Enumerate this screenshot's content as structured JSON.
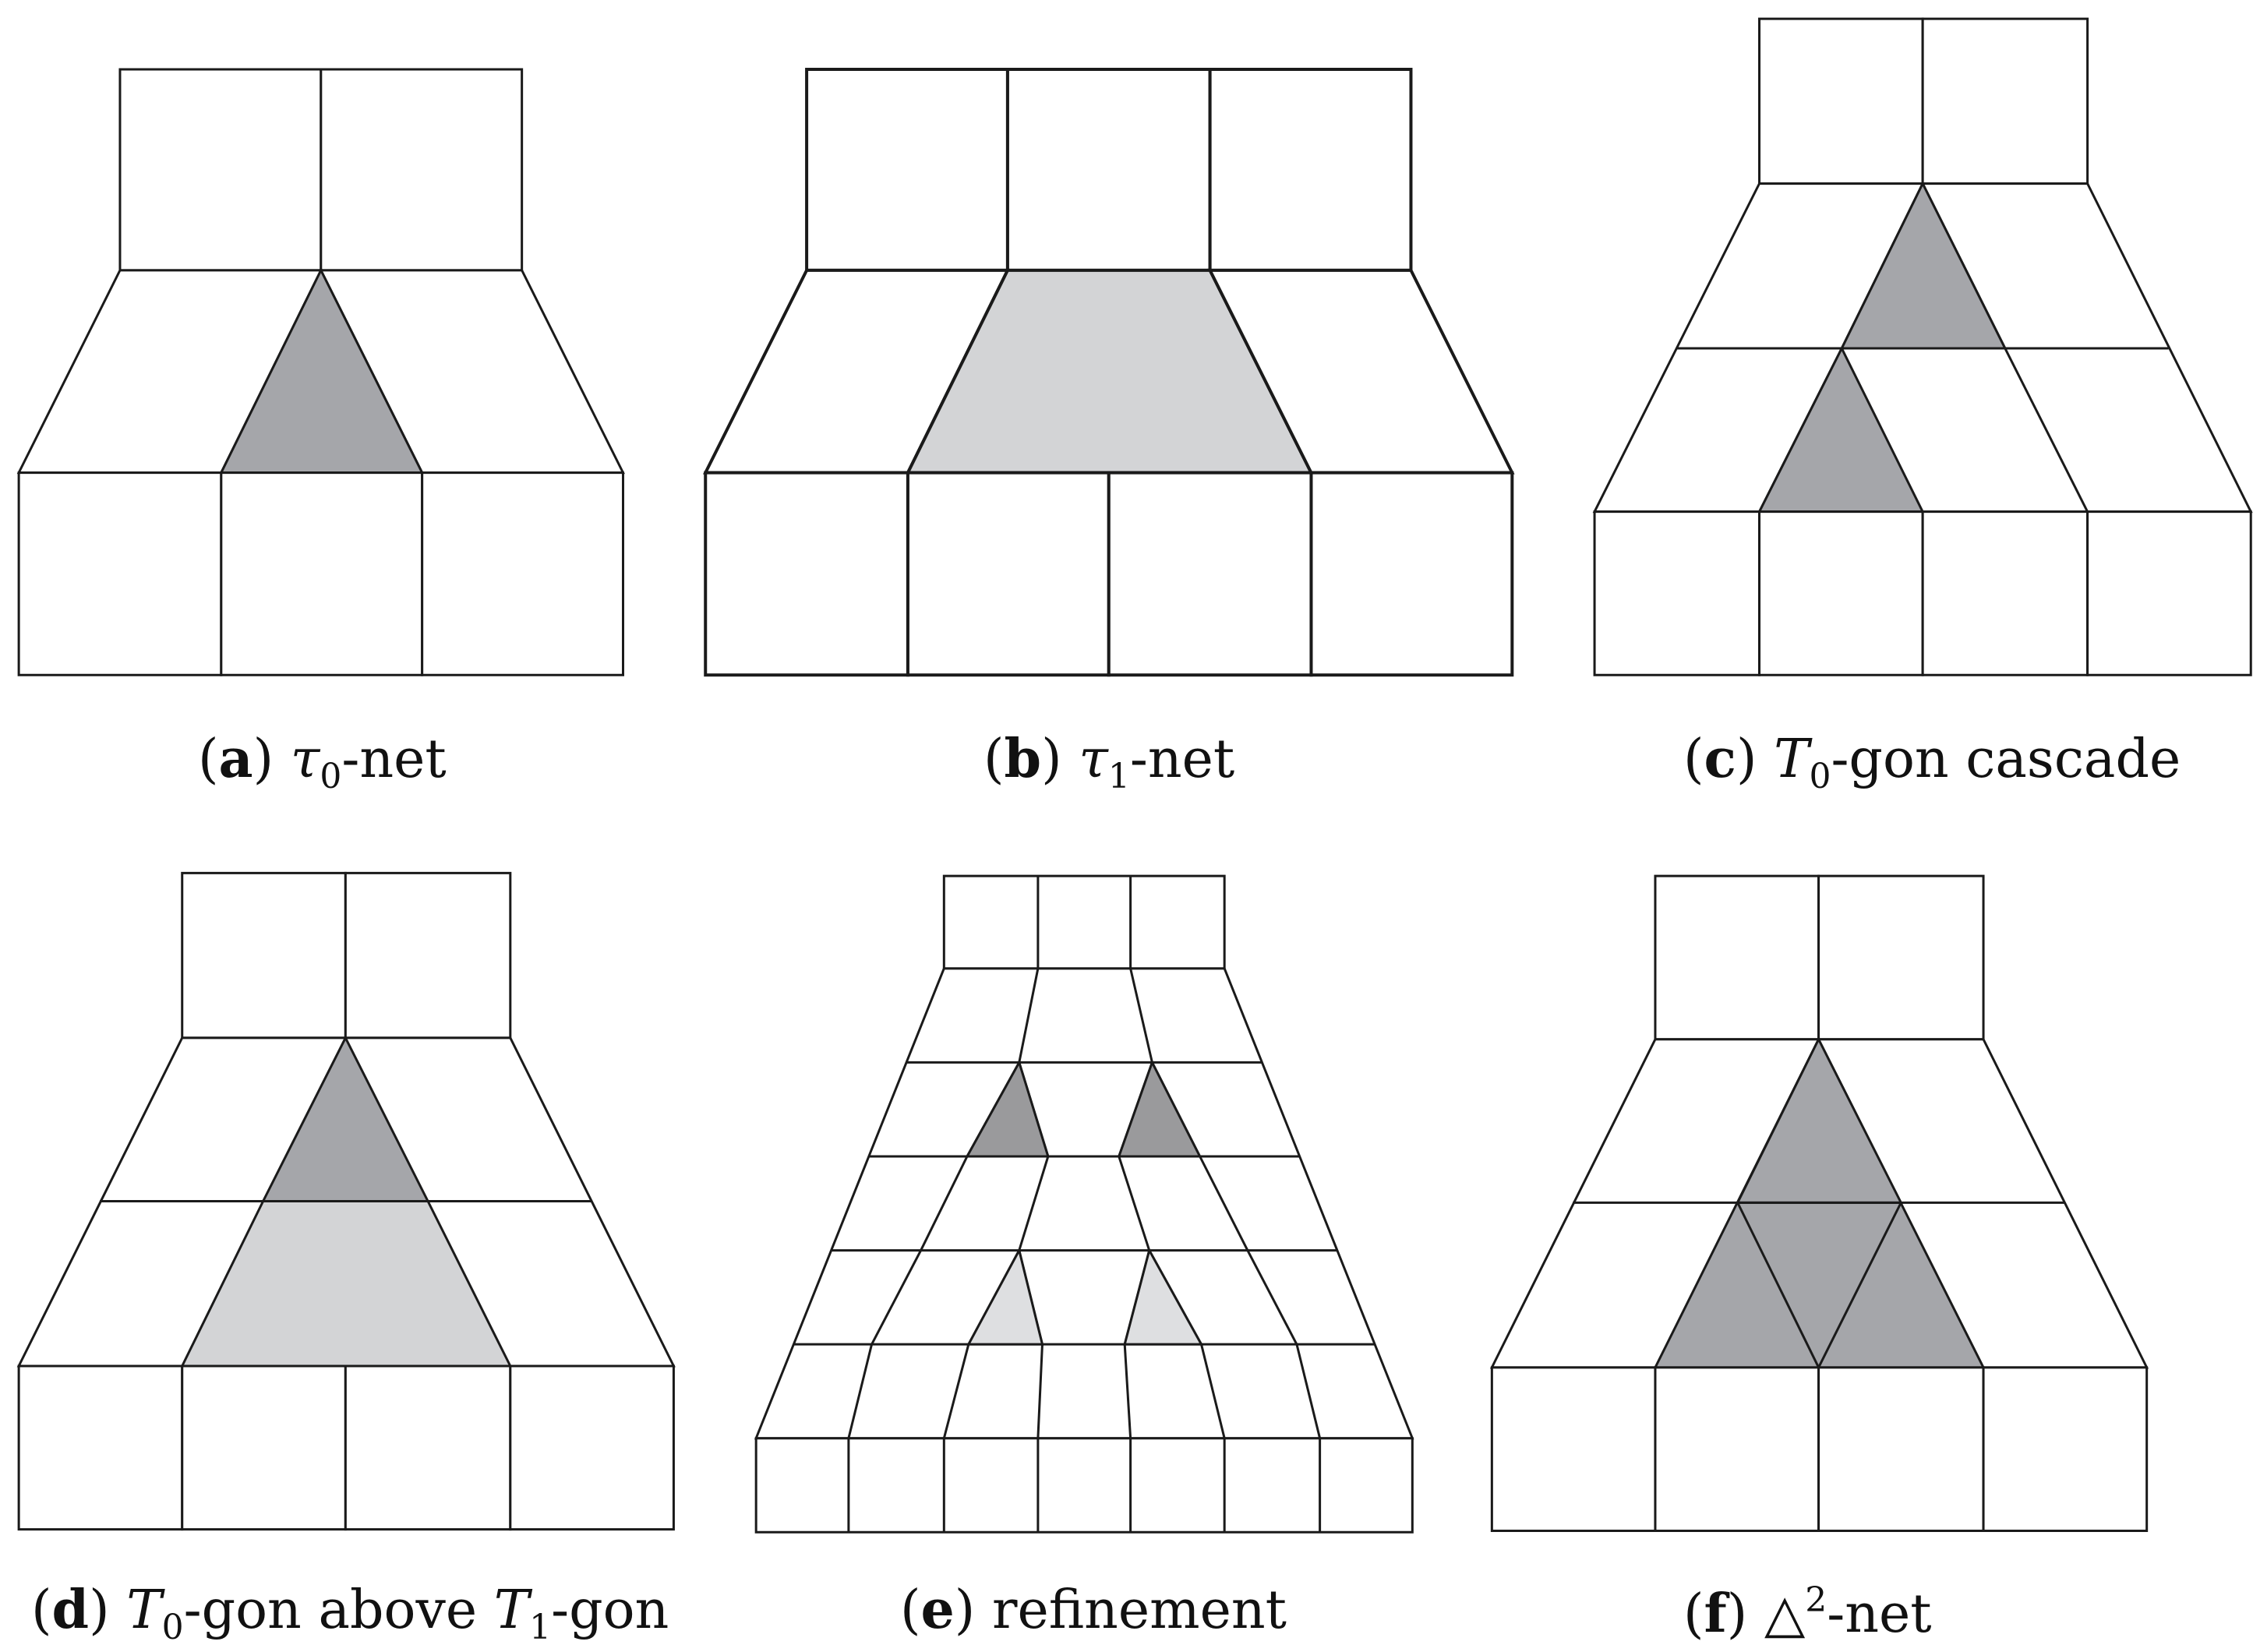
{
  "colors": {
    "stroke": "#1a1a1a",
    "fill": "#ffffff",
    "dark_gray": "#a5a6aa",
    "light_gray": "#d3d4d6",
    "refine_dark": "#9a9a9c",
    "refine_light": "#dedfe1"
  },
  "panels": [
    {
      "id": "a",
      "label": "a",
      "symbol": "τ",
      "sub": "0",
      "sup": "",
      "rest": "-net"
    },
    {
      "id": "b",
      "label": "b",
      "symbol": "τ",
      "sub": "1",
      "sup": "",
      "rest": "-net"
    },
    {
      "id": "c",
      "label": "c",
      "symbol": "T",
      "sub": "0",
      "sup": "",
      "rest": "-gon cascade"
    },
    {
      "id": "d",
      "label": "d",
      "symbol": "T",
      "sub": "0",
      "sup": "",
      "rest": "-gon above ",
      "symbol2": "T",
      "sub2": "1",
      "rest2": "-gon"
    },
    {
      "id": "e",
      "label": "e",
      "symbol": "",
      "sub": "",
      "sup": "",
      "rest": "refinement"
    },
    {
      "id": "f",
      "label": "f",
      "symbol": "△",
      "sub": "",
      "sup": "2",
      "rest": "-net"
    }
  ]
}
